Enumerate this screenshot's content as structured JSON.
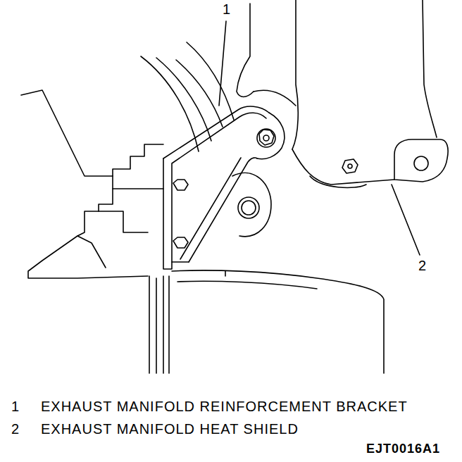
{
  "diagram": {
    "labels": [
      "1",
      "2",
      "1",
      "EXHAUST MANIFOLD REINFORCEMENT BRACKET",
      "2",
      "EXHAUST MANIFOLD HEAT SHIELD",
      "EJT0016A1"
    ]
  }
}
